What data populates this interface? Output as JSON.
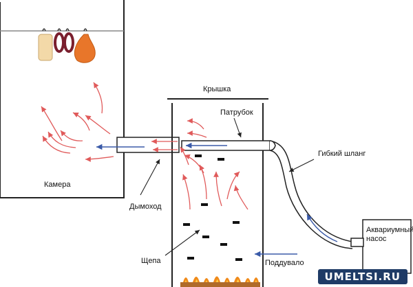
{
  "labels": {
    "lid": "Крышка",
    "pipe": "Патрубок",
    "flexible_hose": "Гибкий шланг",
    "chamber": "Камера",
    "chimney": "Дымоход",
    "aquarium_pump": "Аквариумный насос",
    "wood_chips": "Щепа",
    "air_supply": "Поддувало"
  },
  "watermark": "UMELTSI.RU",
  "colors": {
    "smoke_arrow": "#e05a5a",
    "air_arrow": "#3a5aa8",
    "outline": "#222222",
    "flame": "#f08a1a",
    "watermark_bg": "#1f3b66"
  }
}
